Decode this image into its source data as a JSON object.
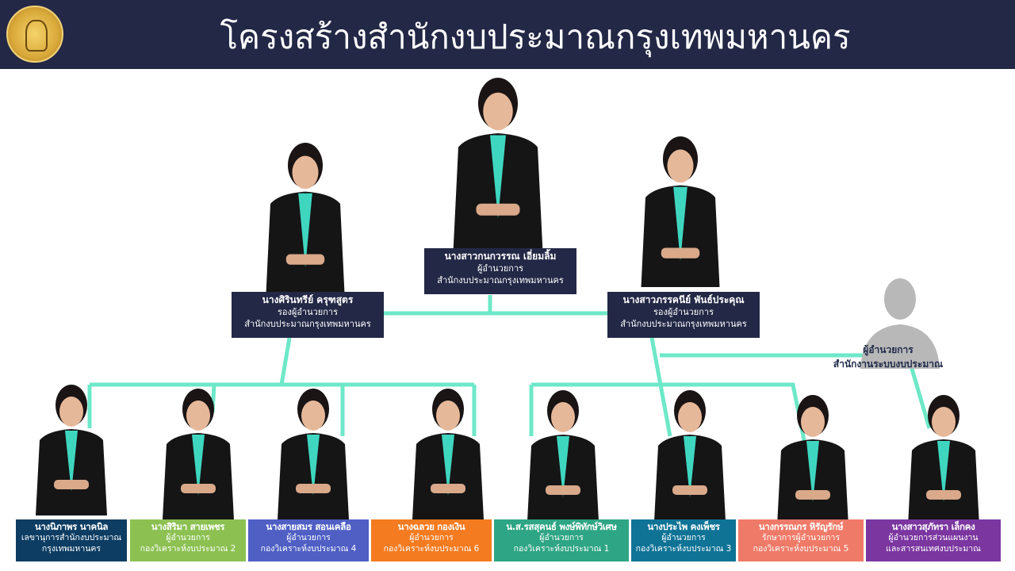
{
  "title": "โครงสร้างสำนักงบประมาณกรุงเทพมหานคร",
  "line_color": "#6de8c8",
  "director": {
    "name": "นางสาวกนกวรรณ เอี่ยมลิ้ม",
    "role": "ผู้อำนวยการ",
    "unit": "สำนักงบประมาณกรุงเทพมหานคร"
  },
  "deputies": [
    {
      "name": "นางศิรินทรีย์  ครุฑสูตร",
      "role": "รองผู้อำนวยการ",
      "unit": "สำนักงบประมาณกรุงเทพมหานคร"
    },
    {
      "name": "นางสาวภรรคนีย์  พันธ์ประคุณ",
      "role": "รองผู้อำนวยการ",
      "unit": "สำนักงบประมาณกรุงเทพมหานคร"
    }
  ],
  "vacant": {
    "role": "ผู้อำนวยการ",
    "unit": "สำนักงานระบบงบประมาณ"
  },
  "staff": [
    {
      "name": "นางนิภาพร นาคนิล",
      "role": "เลขานุการสำนักงบประมาณ",
      "unit": "กรุงเทพมหานคร",
      "color": "#0d3d63"
    },
    {
      "name": "นางสิริมา สายเพชร",
      "role": "ผู้อำนวยการ",
      "unit": "กองวิเคราะห์งบประมาณ 2",
      "color": "#8cc152"
    },
    {
      "name": "นางสายสมร สอนเคลือ",
      "role": "ผู้อำนวยการ",
      "unit": "กองวิเคราะห์งบประมาณ 4",
      "color": "#4f5fc4"
    },
    {
      "name": "นางฉลวย กองเงิน",
      "role": "ผู้อำนวยการ",
      "unit": "กองวิเคราะห์งบประมาณ 6",
      "color": "#f47b20"
    },
    {
      "name": "น.ส.รสสุคนธ์ พงษ์พิทักษ์วิเศษ",
      "role": "ผู้อำนวยการ",
      "unit": "กองวิเคราะห์งบประมาณ 1",
      "color": "#2ea584"
    },
    {
      "name": "นางประไพ คงเพ็ชร",
      "role": "ผู้อำนวยการ",
      "unit": "กองวิเคราะห์งบประมาณ 3",
      "color": "#0f7396"
    },
    {
      "name": "นางกรรณกร หิรัญรักษ์",
      "role": "รักษาการผู้อำนวยการ",
      "unit": "กองวิเคราะห์งบประมาณ 5",
      "color": "#f07a68"
    },
    {
      "name": "นางสาวสุภัทรา เล็กคง",
      "role": "ผู้อำนวยการส่วนแผนงาน",
      "unit": "และสารสนเทศงบประมาณ",
      "color": "#7b36a0"
    }
  ]
}
